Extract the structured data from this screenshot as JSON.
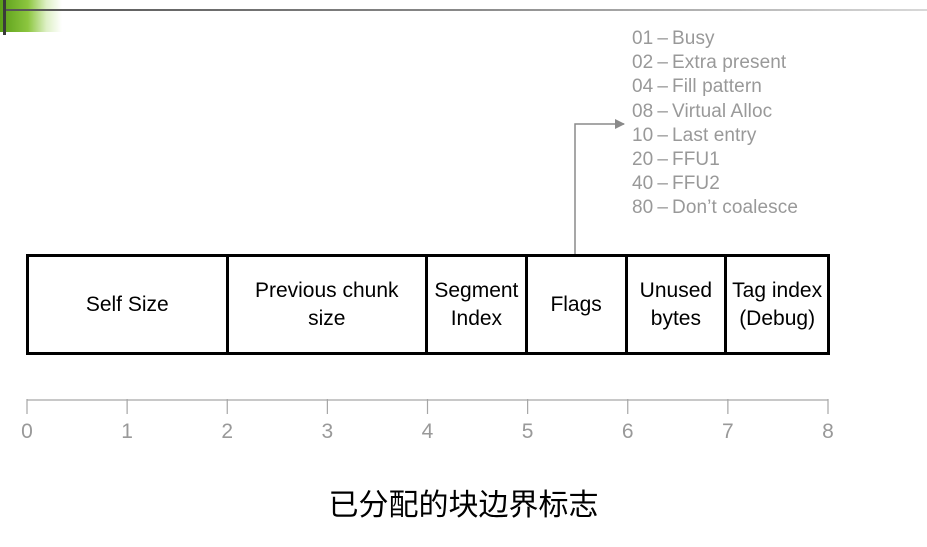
{
  "flags_legend": [
    {
      "code": "01",
      "sep": "–",
      "label": "Busy"
    },
    {
      "code": "02",
      "sep": "–",
      "label": "Extra present"
    },
    {
      "code": "04",
      "sep": "–",
      "label": "Fill pattern"
    },
    {
      "code": "08",
      "sep": "–",
      "label": "Virtual Alloc"
    },
    {
      "code": "10",
      "sep": "–",
      "label": "Last entry"
    },
    {
      "code": "20",
      "sep": "–",
      "label": "FFU1"
    },
    {
      "code": "40",
      "sep": "–",
      "label": "FFU2"
    },
    {
      "code": "80",
      "sep": "–",
      "label": "Don’t coalesce"
    }
  ],
  "fields": [
    {
      "name": "Self Size",
      "start": 0,
      "end": 2
    },
    {
      "name": "Previous chunk\nsize",
      "start": 2,
      "end": 4
    },
    {
      "name": "Segment\nIndex",
      "start": 4,
      "end": 5
    },
    {
      "name": "Flags",
      "start": 5,
      "end": 6
    },
    {
      "name": "Unused\nbytes",
      "start": 6,
      "end": 7
    },
    {
      "name": "Tag index\n(Debug)",
      "start": 7,
      "end": 8
    }
  ],
  "axis": {
    "ticks": [
      "0",
      "1",
      "2",
      "3",
      "4",
      "5",
      "6",
      "7",
      "8"
    ]
  },
  "caption": "已分配的块边界标志",
  "colors": {
    "accent": "#8cc63f",
    "legend_text": "#999999",
    "axis": "#999999"
  }
}
